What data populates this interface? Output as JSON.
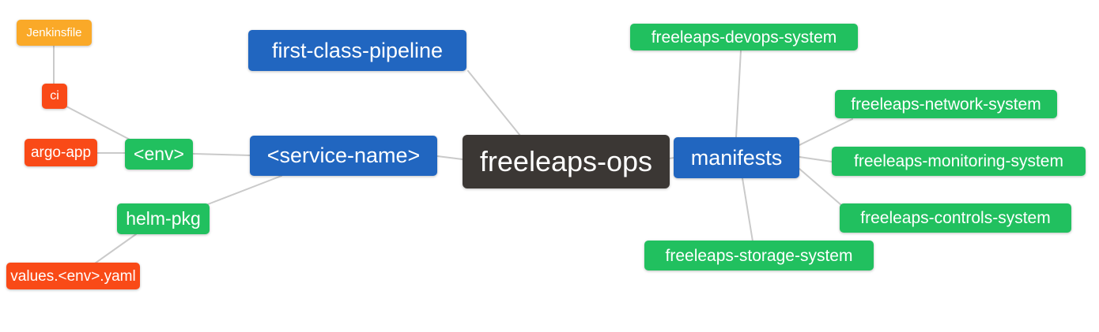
{
  "diagram": {
    "type": "mindmap",
    "title": "freeleaps-ops repository structure mind map",
    "nodes": {
      "freeleaps_ops": {
        "label": "freeleaps-ops",
        "color_name": "dark",
        "depth": 0
      },
      "first_class_pipeline": {
        "label": "first-class-pipeline",
        "color_name": "blue",
        "depth": 1
      },
      "service_name": {
        "label": "<service-name>",
        "color_name": "blue",
        "depth": 1
      },
      "manifests": {
        "label": "manifests",
        "color_name": "blue",
        "depth": 1
      },
      "env": {
        "label": "<env>",
        "color_name": "green",
        "depth": 2
      },
      "helm_pkg": {
        "label": "helm-pkg",
        "color_name": "green",
        "depth": 2
      },
      "ci": {
        "label": "ci",
        "color_name": "red",
        "depth": 3
      },
      "argo_app": {
        "label": "argo-app",
        "color_name": "red",
        "depth": 3
      },
      "values_env_yaml": {
        "label": "values.<env>.yaml",
        "color_name": "red",
        "depth": 3
      },
      "jenkinsfile": {
        "label": "Jenkinsfile",
        "color_name": "orange",
        "depth": 4
      },
      "devops_system": {
        "label": "freeleaps-devops-system",
        "color_name": "green",
        "depth": 2
      },
      "network_system": {
        "label": "freeleaps-network-system",
        "color_name": "green",
        "depth": 2
      },
      "monitoring_system": {
        "label": "freeleaps-monitoring-system",
        "color_name": "green",
        "depth": 2
      },
      "controls_system": {
        "label": "freeleaps-controls-system",
        "color_name": "green",
        "depth": 2
      },
      "storage_system": {
        "label": "freeleaps-storage-system",
        "color_name": "green",
        "depth": 2
      }
    },
    "edges": [
      [
        "jenkinsfile",
        "ci"
      ],
      [
        "ci",
        "env"
      ],
      [
        "argo_app",
        "env"
      ],
      [
        "env",
        "service_name"
      ],
      [
        "service_name",
        "helm_pkg"
      ],
      [
        "helm_pkg",
        "values_env_yaml"
      ],
      [
        "service_name",
        "freeleaps_ops"
      ],
      [
        "first_class_pipeline",
        "freeleaps_ops"
      ],
      [
        "freeleaps_ops",
        "manifests"
      ],
      [
        "manifests",
        "devops_system"
      ],
      [
        "manifests",
        "network_system"
      ],
      [
        "manifests",
        "monitoring_system"
      ],
      [
        "manifests",
        "controls_system"
      ],
      [
        "manifests",
        "storage_system"
      ]
    ],
    "palette": {
      "dark": "#3b3734",
      "blue": "#2166c0",
      "green": "#21c05f",
      "red": "#f94a17",
      "orange": "#faa928",
      "line": "#cacaca",
      "text": "#ffffff",
      "background": "#ffffff"
    }
  }
}
